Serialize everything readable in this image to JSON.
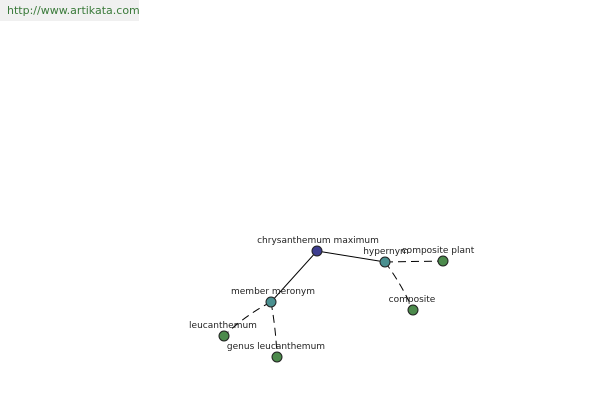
{
  "source_url": "http://www.artikata.com",
  "colors": {
    "root": "#3d3d8f",
    "relation": "#4a9090",
    "leaf": "#4c8a4c"
  },
  "nodes": {
    "root": "chrysanthemum maximum",
    "hypernym": "hypernym",
    "composite_plant": "composite plant",
    "composite": "composite",
    "member_meronym": "member meronym",
    "leucanthemum": "leucanthemum",
    "genus_leucanthemum": "genus leucanthemum"
  }
}
